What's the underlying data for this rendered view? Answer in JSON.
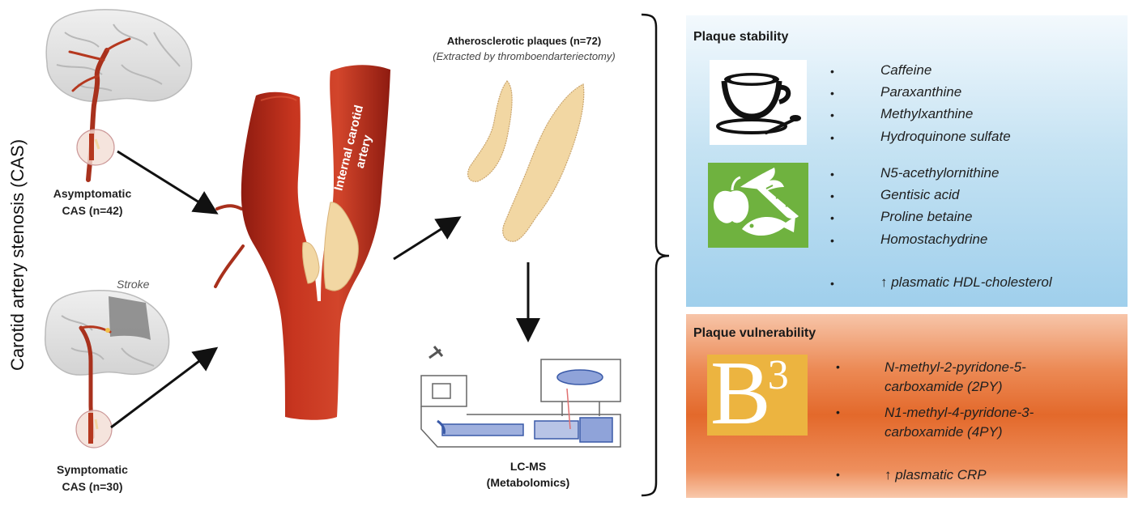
{
  "side_title": "Carotid artery stenosis (CAS)",
  "asymptomatic": {
    "line1": "Asymptomatic",
    "line2": "CAS (n=42)"
  },
  "symptomatic": {
    "line1": "Symptomatic",
    "line2": "CAS (n=30)"
  },
  "stroke_label": "Stroke",
  "artery_label": {
    "line1": "Internal carotid",
    "line2": "artery"
  },
  "plaques": {
    "title": "Atherosclerotic plaques (n=72)",
    "subtitle": "(Extracted by thromboendarteriectomy)"
  },
  "lcms": {
    "line1": "LC-MS",
    "line2": "(Metabolomics)"
  },
  "stability": {
    "title": "Plaque stability",
    "coffee_items": [
      "Caffeine",
      "Paraxanthine",
      "Methylxanthine",
      "Hydroquinone sulfate"
    ],
    "food_items": [
      "N5-acethylornithine",
      "Gentisic acid",
      "Proline betaine",
      "Homostachydrine"
    ],
    "marker": "↑ plasmatic HDL-cholesterol"
  },
  "vulnerability": {
    "title": "Plaque vulnerability",
    "b3": {
      "letter": "B",
      "sup": "3"
    },
    "items": [
      {
        "line1": "N-methyl-2-pyridone-5-",
        "line2": "carboxamide (2PY)"
      },
      {
        "line1": "N1-methyl-4-pyridone-3-",
        "line2": "carboxamide (4PY)"
      }
    ],
    "marker": "↑ plasmatic CRP"
  },
  "bullet": "•",
  "colors": {
    "artery": "#c0311f",
    "plaque": "#f2d7a3",
    "stability_panel": "#9fcfec",
    "vulnerability_panel": "#e3692b",
    "food_icon_bg": "#6fb23f",
    "b3_icon_bg": "#ecb440"
  }
}
